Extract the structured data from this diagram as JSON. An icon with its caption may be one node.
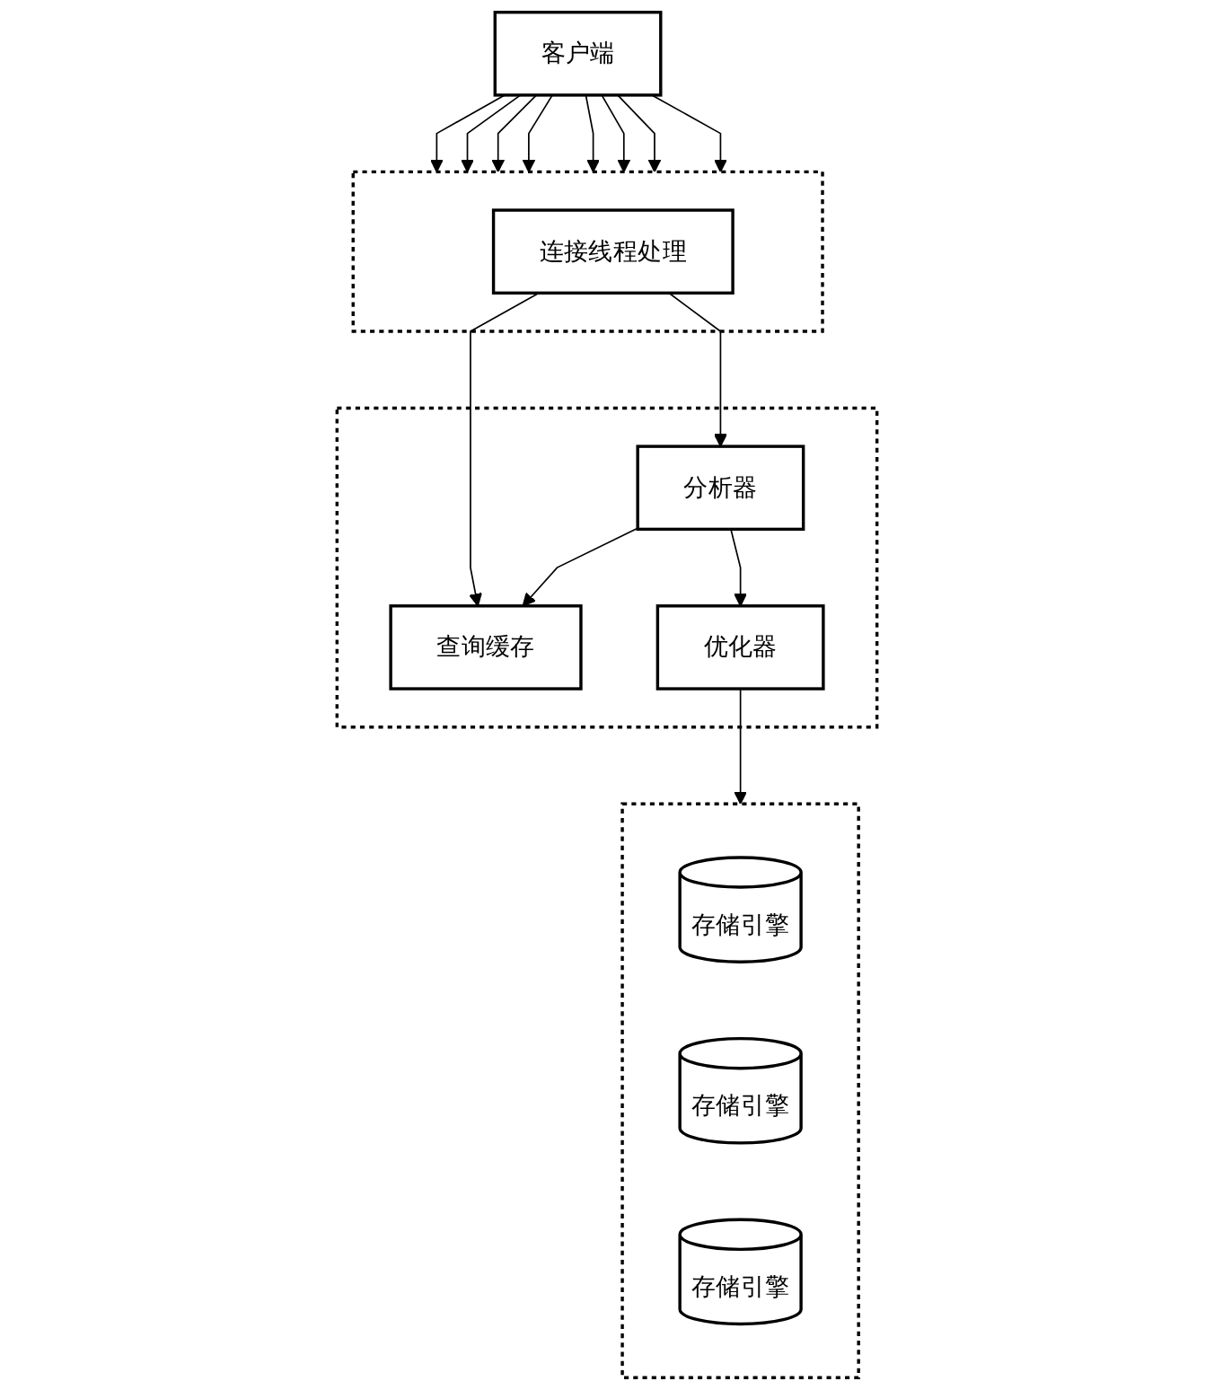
{
  "diagram": {
    "nodes": [
      {
        "text": [
          "客户端"
        ]
      },
      {
        "text": [],
        "shape": "box"
      },
      {
        "text": [
          "连接线程处理"
        ],
        "in": 1
      },
      {
        "text": [],
        "shape": "box"
      },
      {
        "text": [
          "查询缓存"
        ],
        "in": 3
      },
      {
        "text": [
          "分析器"
        ],
        "in": 3
      },
      {
        "text": [
          "优化器"
        ],
        "in": 3
      },
      {
        "text": [],
        "shape": "box"
      },
      {
        "text": [
          "存储引擎"
        ],
        "in": 7
      },
      {
        "text": [
          "存储引擎"
        ],
        "in": 7
      },
      {
        "text": [
          "存储引擎"
        ],
        "in": 7
      }
    ],
    "edges": [
      {
        "from": 0,
        "to": 1,
        "arrow": "to"
      },
      {
        "from": 0,
        "to": 1,
        "arrow": "to"
      },
      {
        "from": 0,
        "to": 1,
        "arrow": "to"
      },
      {
        "from": 0,
        "to": 1,
        "arrow": "to"
      },
      {
        "from": 0,
        "to": 1,
        "arrow": "to"
      },
      {
        "from": 0,
        "to": 1,
        "arrow": "to"
      },
      {
        "from": 0,
        "to": 1,
        "arrow": "to"
      },
      {
        "from": 0,
        "to": 1,
        "arrow": "to"
      },
      {
        "from": 2,
        "to": 4,
        "arrow": "to"
      },
      {
        "from": 2,
        "to": 5,
        "arrow": "to"
      },
      {
        "from": 5,
        "to": 4,
        "arrow": "to"
      },
      {
        "from": 5,
        "to": 6,
        "arrow": "to"
      },
      {
        "from": 6,
        "to": 7,
        "arrow": "to"
      }
    ]
  }
}
